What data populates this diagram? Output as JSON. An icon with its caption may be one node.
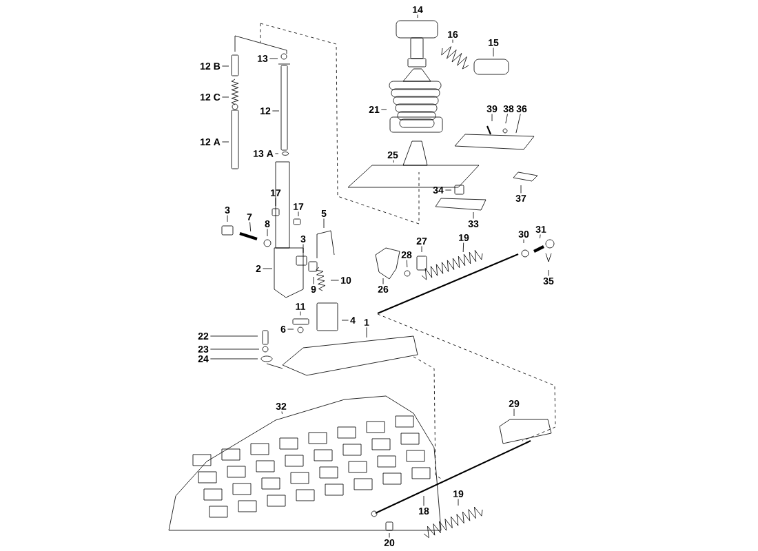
{
  "diagram": {
    "nodes": [
      {
        "text": [
          "14"
        ]
      },
      {
        "text": [
          "16"
        ]
      },
      {
        "text": [
          "15"
        ]
      },
      {
        "text": [
          "21"
        ]
      },
      {
        "text": [
          "39"
        ]
      },
      {
        "text": [
          "38"
        ]
      },
      {
        "text": [
          "36"
        ]
      },
      {
        "text": [
          "25"
        ]
      },
      {
        "text": [
          "37"
        ]
      },
      {
        "text": [
          "34"
        ]
      },
      {
        "text": [
          "33"
        ]
      },
      {
        "text": [
          "13"
        ]
      },
      {
        "text": [
          "12 B"
        ]
      },
      {
        "text": [
          "12 C"
        ]
      },
      {
        "text": [
          "12"
        ]
      },
      {
        "text": [
          "12 A"
        ]
      },
      {
        "text": [
          "13 A"
        ]
      },
      {
        "text": [
          "17"
        ]
      },
      {
        "text": [
          "17"
        ]
      },
      {
        "text": [
          "3"
        ]
      },
      {
        "text": [
          "7"
        ]
      },
      {
        "text": [
          "8"
        ]
      },
      {
        "text": [
          "5"
        ]
      },
      {
        "text": [
          "3"
        ]
      },
      {
        "text": [
          "2"
        ]
      },
      {
        "text": [
          "9"
        ]
      },
      {
        "text": [
          "10"
        ]
      },
      {
        "text": [
          "26"
        ]
      },
      {
        "text": [
          "28"
        ]
      },
      {
        "text": [
          "27"
        ]
      },
      {
        "text": [
          "19"
        ]
      },
      {
        "text": [
          "30"
        ]
      },
      {
        "text": [
          "31"
        ]
      },
      {
        "text": [
          "35"
        ]
      },
      {
        "text": [
          "11"
        ]
      },
      {
        "text": [
          "22"
        ]
      },
      {
        "text": [
          "23"
        ]
      },
      {
        "text": [
          "24"
        ]
      },
      {
        "text": [
          "6"
        ]
      },
      {
        "text": [
          "4"
        ]
      },
      {
        "text": [
          "1"
        ]
      },
      {
        "text": [
          "32"
        ]
      },
      {
        "text": [
          "29"
        ]
      },
      {
        "text": [
          "18"
        ]
      },
      {
        "text": [
          "19"
        ]
      },
      {
        "text": [
          "20"
        ]
      }
    ],
    "edges": [
      {
        "from": 0,
        "to": null,
        "arrow": "none"
      },
      {
        "from": 1,
        "to": null,
        "arrow": "none"
      },
      {
        "from": 2,
        "to": null,
        "arrow": "none"
      },
      {
        "from": 3,
        "to": null,
        "arrow": "none"
      },
      {
        "from": 4,
        "to": null,
        "arrow": "none"
      },
      {
        "from": 5,
        "to": null,
        "arrow": "none"
      },
      {
        "from": 6,
        "to": null,
        "arrow": "none"
      },
      {
        "from": 7,
        "to": null,
        "arrow": "none"
      },
      {
        "from": 8,
        "to": null,
        "arrow": "none"
      },
      {
        "from": 9,
        "to": null,
        "arrow": "none"
      },
      {
        "from": 10,
        "to": null,
        "arrow": "none"
      },
      {
        "from": 11,
        "to": null,
        "arrow": "none"
      },
      {
        "from": 12,
        "to": null,
        "arrow": "none"
      },
      {
        "from": 13,
        "to": null,
        "arrow": "none"
      },
      {
        "from": 14,
        "to": null,
        "arrow": "none"
      },
      {
        "from": 15,
        "to": null,
        "arrow": "none"
      },
      {
        "from": 16,
        "to": null,
        "arrow": "none"
      },
      {
        "from": 17,
        "to": null,
        "arrow": "none"
      },
      {
        "from": 18,
        "to": null,
        "arrow": "none"
      },
      {
        "from": 19,
        "to": null,
        "arrow": "none"
      },
      {
        "from": 20,
        "to": null,
        "arrow": "none"
      },
      {
        "from": 21,
        "to": null,
        "arrow": "none"
      },
      {
        "from": 22,
        "to": null,
        "arrow": "none"
      },
      {
        "from": 23,
        "to": null,
        "arrow": "none"
      },
      {
        "from": 24,
        "to": null,
        "arrow": "none"
      },
      {
        "from": 25,
        "to": null,
        "arrow": "none"
      },
      {
        "from": 26,
        "to": null,
        "arrow": "none"
      },
      {
        "from": 27,
        "to": null,
        "arrow": "none"
      },
      {
        "from": 28,
        "to": null,
        "arrow": "none"
      },
      {
        "from": 29,
        "to": null,
        "arrow": "none"
      },
      {
        "from": 30,
        "to": null,
        "arrow": "none"
      },
      {
        "from": 31,
        "to": null,
        "arrow": "none"
      },
      {
        "from": 32,
        "to": null,
        "arrow": "none"
      },
      {
        "from": 33,
        "to": null,
        "arrow": "none"
      },
      {
        "from": 34,
        "to": null,
        "arrow": "none"
      },
      {
        "from": 35,
        "to": null,
        "arrow": "none"
      },
      {
        "from": 36,
        "to": null,
        "arrow": "none"
      },
      {
        "from": 37,
        "to": null,
        "arrow": "none"
      },
      {
        "from": 38,
        "to": null,
        "arrow": "none"
      },
      {
        "from": 39,
        "to": null,
        "arrow": "none"
      },
      {
        "from": 40,
        "to": null,
        "arrow": "none"
      },
      {
        "from": 41,
        "to": null,
        "arrow": "none"
      },
      {
        "from": 42,
        "to": null,
        "arrow": "none"
      },
      {
        "from": 43,
        "to": null,
        "arrow": "none"
      },
      {
        "from": 44,
        "to": null,
        "arrow": "none"
      },
      {
        "from": 45,
        "to": null,
        "arrow": "none"
      }
    ]
  }
}
